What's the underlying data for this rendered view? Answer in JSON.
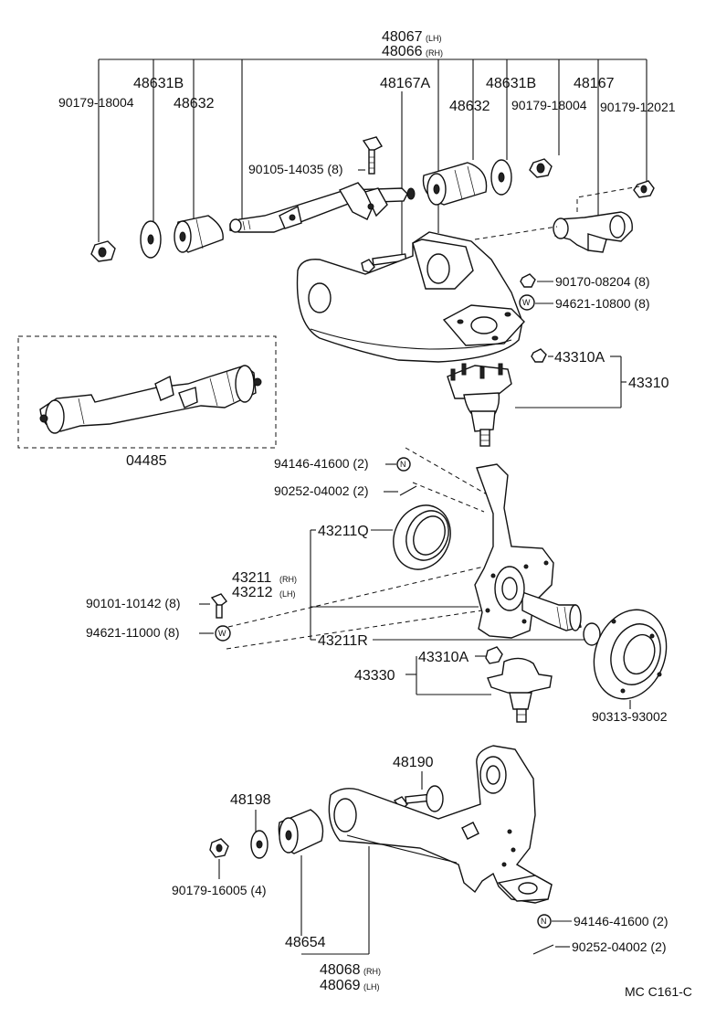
{
  "diagram_code": "MC C161-C",
  "labels": {
    "p48067": "48067",
    "p48067_side": "(LH)",
    "p48066": "48066",
    "p48066_side": "(RH)",
    "p48631B_l": "48631B",
    "p48632_l": "48632",
    "p90179_18004_l": "90179-18004",
    "p48167A": "48167A",
    "p48632_r": "48632",
    "p48631B_r": "48631B",
    "p90179_18004_r": "90179-18004",
    "p48167": "48167",
    "p90179_12021": "90179-12021",
    "p90105_14035": "90105-14035 (8)",
    "p90170_08204": "90170-08204 (8)",
    "p94621_10800": "94621-10800 (8)",
    "p43310A_top": "43310A",
    "p43310": "43310",
    "p04485": "04485",
    "p94146_41600_top": "94146-41600 (2)",
    "p90252_04002_top": "90252-04002 (2)",
    "p43211Q": "43211Q",
    "p43211": "43211",
    "p43211_side": "(RH)",
    "p43212": "43212",
    "p43212_side": "(LH)",
    "p90101_10142": "90101-10142 (8)",
    "p94621_11000": "94621-11000 (8)",
    "p43211R": "43211R",
    "p43310A_bot": "43310A",
    "p43330": "43330",
    "p90313_93002": "90313-93002",
    "p48190": "48190",
    "p48198": "48198",
    "p90179_16005": "90179-16005 (4)",
    "p48654": "48654",
    "p48068": "48068",
    "p48068_side": "(RH)",
    "p48069": "48069",
    "p48069_side": "(LH)",
    "p94146_41600_bot": "94146-41600 (2)",
    "p90252_04002_bot": "90252-04002 (2)",
    "n_mark": "N",
    "w_mark": "W"
  },
  "icons": [
    "nut-icon",
    "washer-icon",
    "bolt-icon",
    "bushing-icon",
    "cotter-pin-icon",
    "ball-joint-icon",
    "upper-arm-icon",
    "lower-arm-icon",
    "steering-knuckle-icon",
    "dust-seal-icon"
  ]
}
